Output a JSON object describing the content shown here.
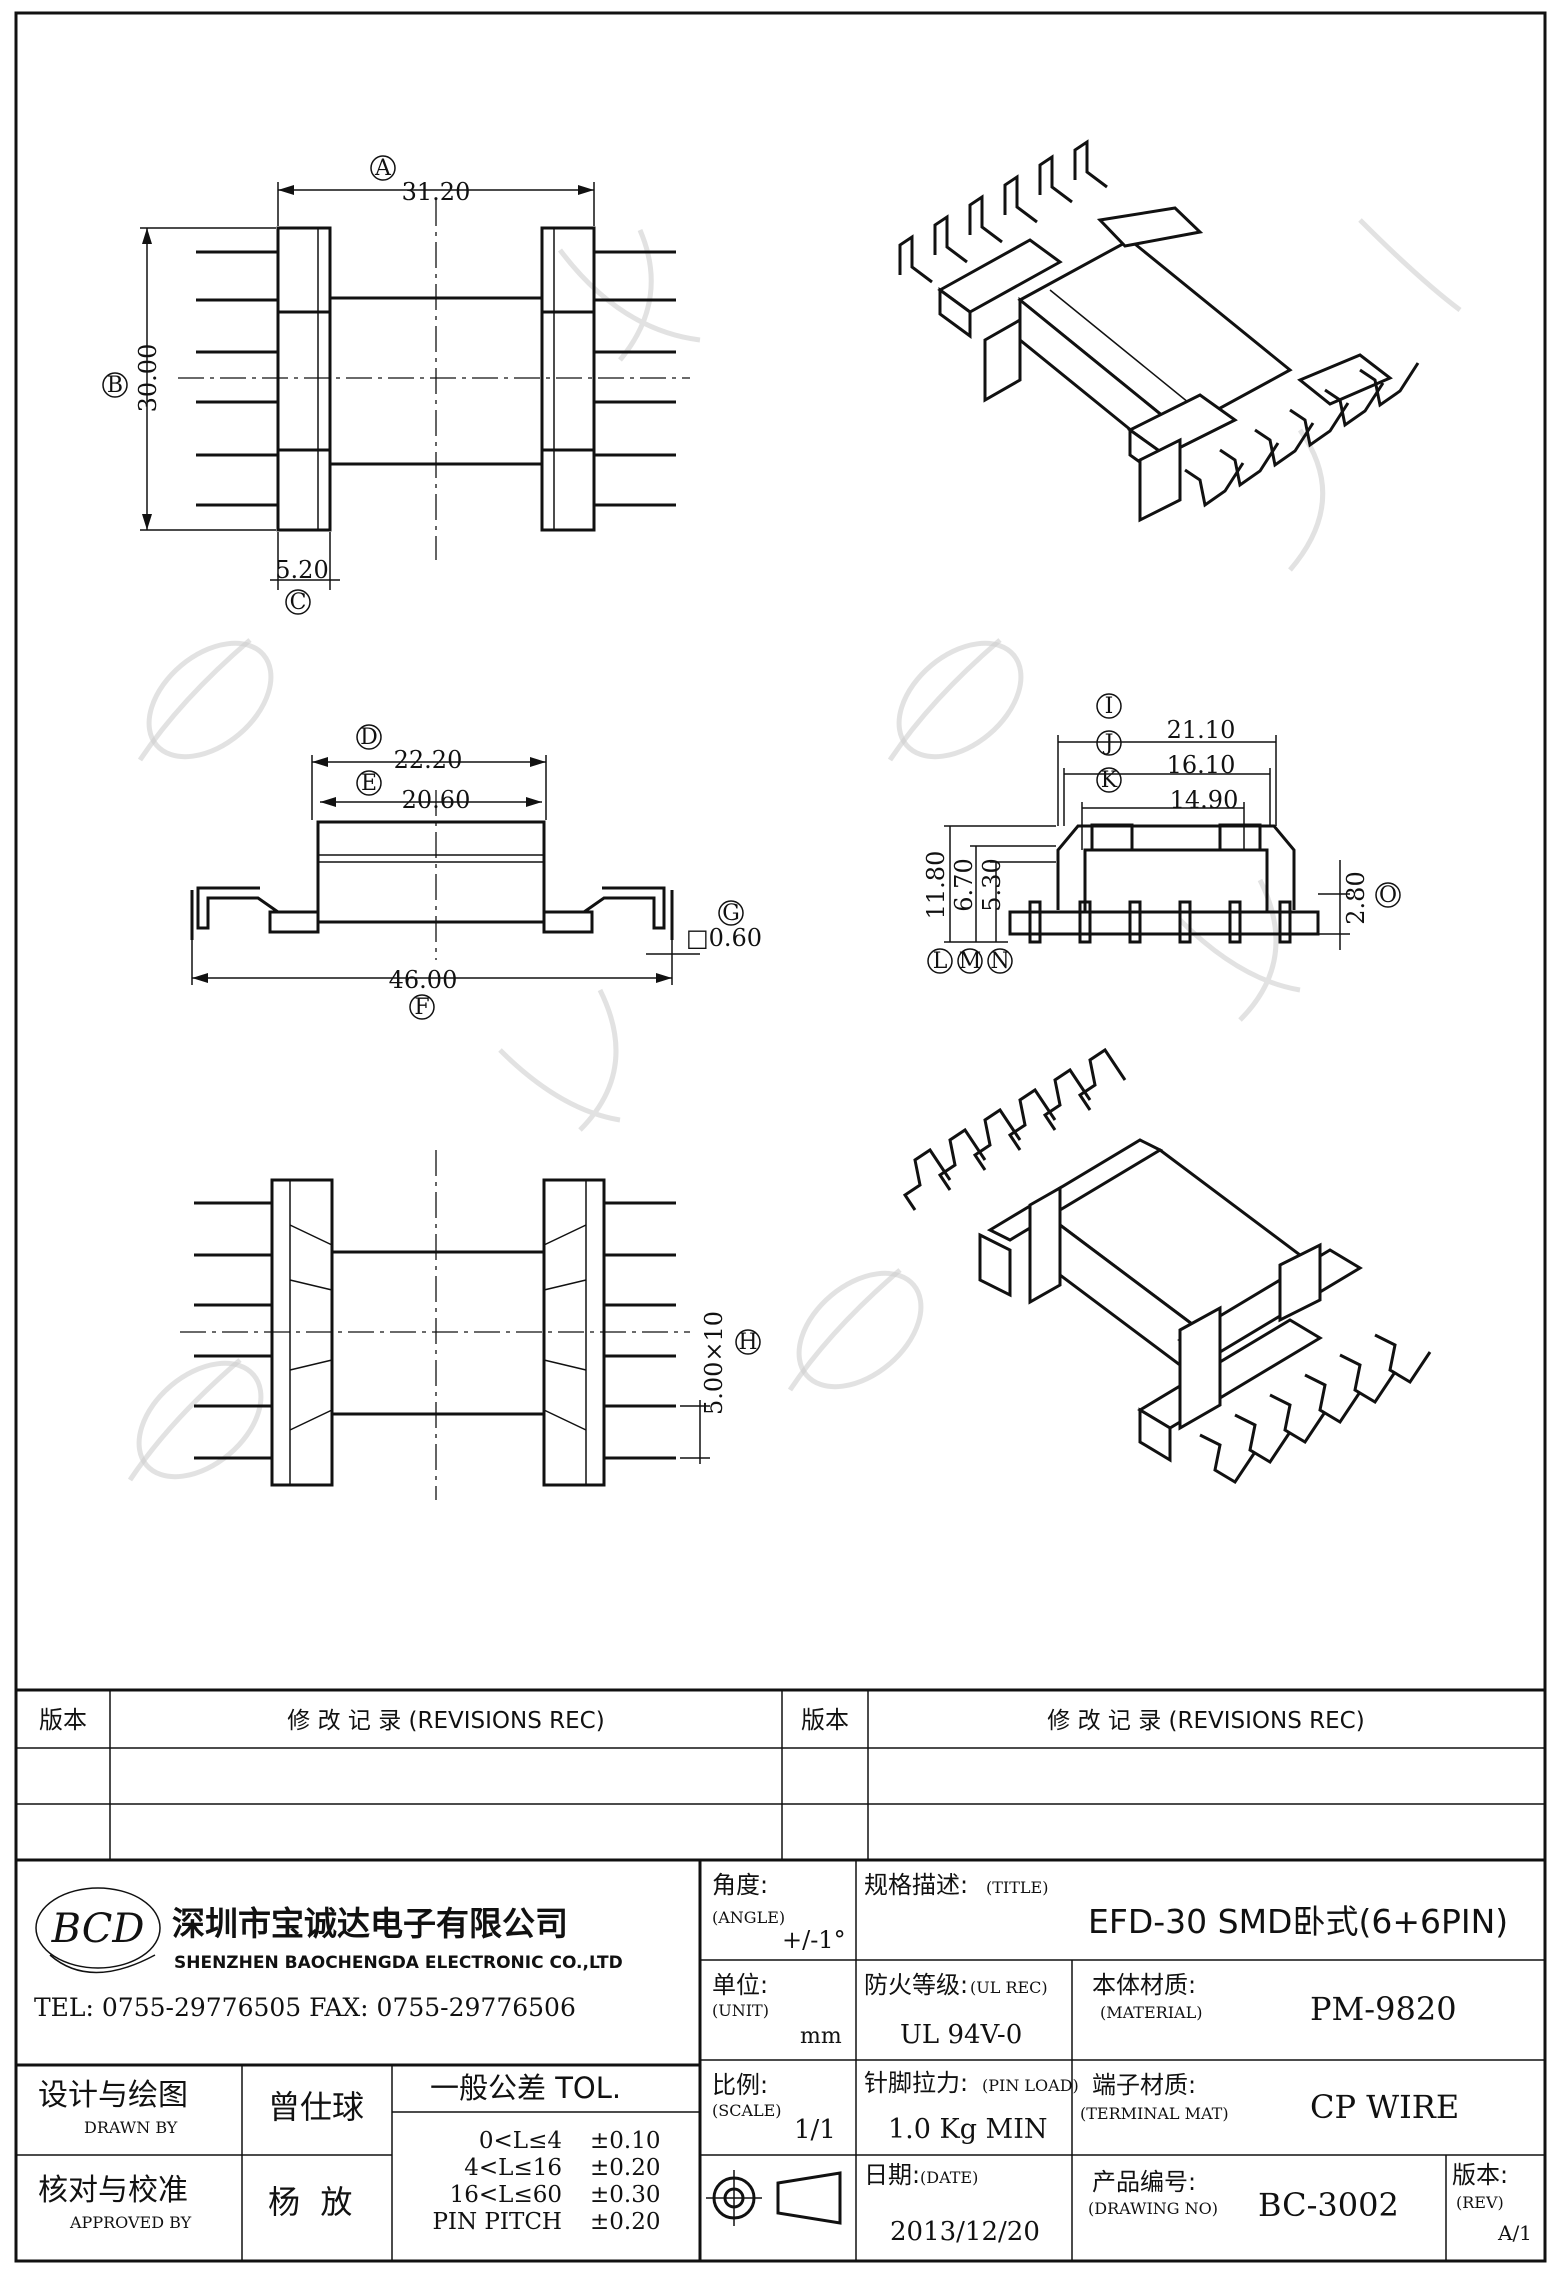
{
  "dimensions": {
    "A": "31.20",
    "B": "30.00",
    "C": "5.20",
    "D": "22.20",
    "E": "20.60",
    "F": "46.00",
    "G": "□0.60",
    "H": "5.00×10",
    "I": "21.10",
    "J": "16.10",
    "K": "14.90",
    "L": "11.80",
    "M": "6.70",
    "N": "5.30",
    "O": "2.80"
  },
  "callouts": [
    "A",
    "B",
    "C",
    "D",
    "E",
    "F",
    "G",
    "H",
    "I",
    "J",
    "K",
    "L",
    "M",
    "N",
    "O"
  ],
  "revisions": {
    "left_version_header": "版本",
    "left_record_header": "修 改 记 录 (REVISIONS REC)",
    "right_version_header": "版本",
    "right_record_header": "修 改 记 录 (REVISIONS REC)"
  },
  "company": {
    "logo_text": "BCD",
    "name_cn": "深圳市宝诚达电子有限公司",
    "name_en": "SHENZHEN BAOCHENGDA ELECTRONIC CO.,LTD",
    "contact": "TEL: 0755-29776505  FAX: 0755-29776506"
  },
  "title_block": {
    "angle_label": "角度:",
    "angle_label_en": "(ANGLE)",
    "angle_value": "+/-1°",
    "title_label": "规格描述:",
    "title_label_en": "(TITLE)",
    "title_value": "EFD-30 SMD卧式(6+6PIN)",
    "unit_label": "单位:",
    "unit_label_en": "(UNIT)",
    "unit_value": "mm",
    "ul_label": "防火等级:",
    "ul_label_en": "(UL REC)",
    "ul_value": "UL 94V-0",
    "material_label": "本体材质:",
    "material_label_en": "(MATERIAL)",
    "material_value": "PM-9820",
    "drawn_label": "设计与绘图",
    "drawn_label_en": "DRAWN BY",
    "drawn_value": "曾仕球",
    "tol_title": "一般公差 TOL.",
    "tolerances": [
      {
        "range": "0<L≤4",
        "value": "±0.10"
      },
      {
        "range": "4<L≤16",
        "value": "±0.20"
      },
      {
        "range": "16<L≤60",
        "value": "±0.30"
      },
      {
        "range": "PIN PITCH",
        "value": "±0.20"
      }
    ],
    "scale_label": "比例:",
    "scale_label_en": "(SCALE)",
    "scale_value": "1/1",
    "pinload_label": "针脚拉力:",
    "pinload_label_en": "(PIN LOAD)",
    "pinload_value": "1.0 Kg MIN",
    "terminal_label": "端子材质:",
    "terminal_label_en": "(TERMINAL MAT)",
    "terminal_value": "CP WIRE",
    "approved_label": "核对与校准",
    "approved_label_en": "APPROVED BY",
    "approved_value": "杨  放",
    "date_label": "日期:",
    "date_label_en": "(DATE)",
    "date_value": "2013/12/20",
    "drawing_no_label": "产品编号:",
    "drawing_no_label_en": "(DRAWING NO)",
    "drawing_no_value": "BC-3002",
    "rev_label": "版本:",
    "rev_label_en": "(REV)",
    "rev_value": "A/1"
  }
}
